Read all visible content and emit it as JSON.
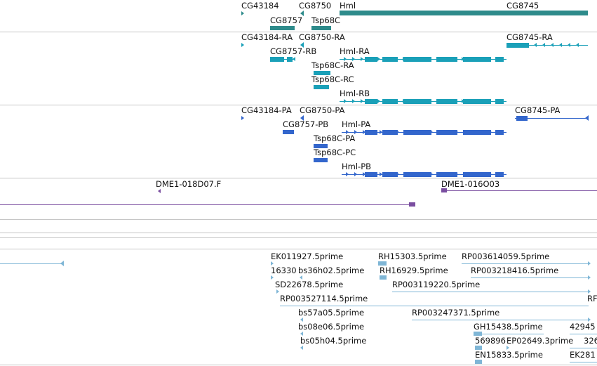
{
  "colors": {
    "gene": "#2e8b8b",
    "transcript": "#1aa0b8",
    "protein": "#3366cc",
    "clone": "#7a4ea0",
    "est": "#7fb6d6",
    "separator": "#c6c6c6"
  },
  "tracks": {
    "genes": {
      "labels": [
        "CG43184",
        "CG8750",
        "Hml",
        "CG8745",
        "CG8757",
        "Tsp68C"
      ]
    },
    "transcripts": {
      "labels": [
        "CG43184-RA",
        "CG8750-RA",
        "CG8745-RA",
        "CG8757-RB",
        "Hml-RA",
        "Tsp68C-RA",
        "Tsp68C-RC",
        "Hml-RB"
      ]
    },
    "proteins": {
      "labels": [
        "CG43184-PA",
        "CG8750-PA",
        "CG8745-PA",
        "CG8757-PB",
        "Hml-PA",
        "Tsp68C-PA",
        "Tsp68C-PC",
        "Hml-PB"
      ]
    },
    "clones": {
      "labels": [
        "DME1-018D07.F",
        "DME1-016O03"
      ]
    },
    "ests": {
      "labels": [
        "EK011927.5prime",
        "RH15303.5prime",
        "RP003614059.5prime",
        "16330",
        "bs36h02.5prime",
        "RH16929.5prime",
        "RP003218416.5prime",
        "SD22678.5prime",
        "RP003119220.5prime",
        "RP003527114.5prime",
        "RF",
        "bs57a05.5prime",
        "RP003247371.5prime",
        "bs08e06.5prime",
        "GH15438.5prime",
        "42945",
        "bs05h04.5prime",
        "569896",
        "EP02649.3prime",
        "326",
        "EN15833.5prime",
        "EK281"
      ]
    }
  }
}
